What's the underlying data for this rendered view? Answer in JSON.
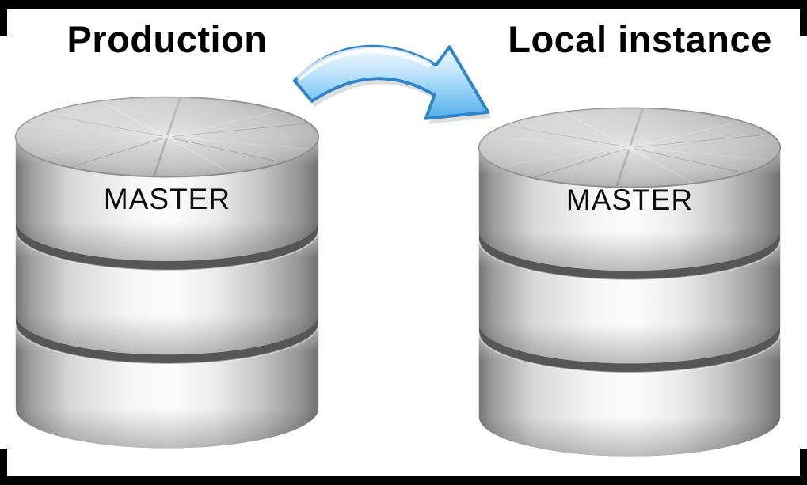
{
  "page": {
    "background": "#ffffff",
    "frame_color": "#000000"
  },
  "left_group": {
    "title": "Production",
    "db_label": "MASTER"
  },
  "right_group": {
    "title": "Local instance",
    "db_label": "MASTER"
  },
  "icons": {
    "left_db": "database-cylinder-icon",
    "right_db": "database-cylinder-icon",
    "arrow": "copy-arrow-icon"
  },
  "colors": {
    "db_metal_light": "#fcfcfc",
    "db_metal_dark": "#717171",
    "db_gap": "#565656",
    "arrow_fill_light": "#f2fafe",
    "arrow_fill_dark": "#54aeeb",
    "arrow_outline": "#2e85c8",
    "text": "#000000"
  }
}
